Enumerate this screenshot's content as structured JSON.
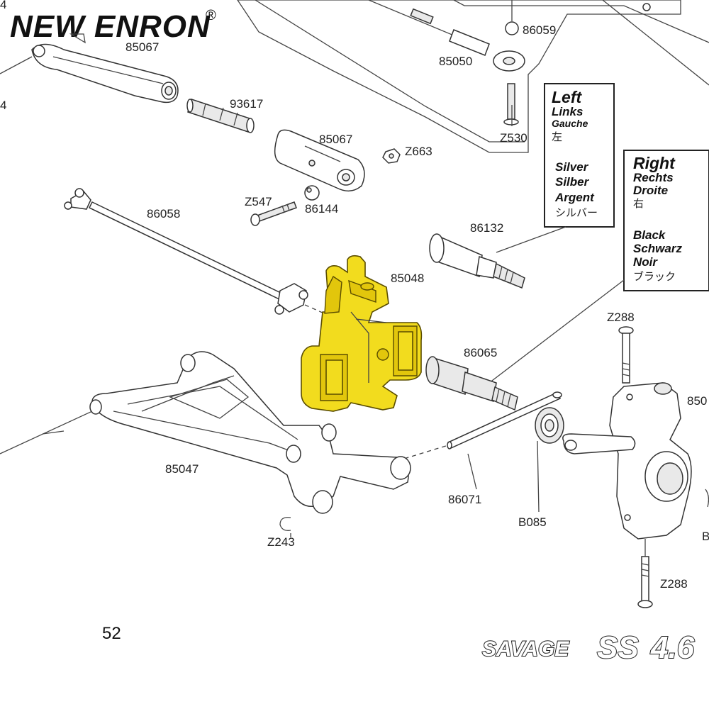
{
  "brand": {
    "name": "NEW ENRON",
    "mark": "®"
  },
  "page_number": "52",
  "logo": {
    "model": "SAVAGE",
    "series": "SS",
    "version": "4.6"
  },
  "part_labels": {
    "p85067_top": "85067",
    "p93617": "93617",
    "p85067_mid": "85067",
    "pZ663": "Z663",
    "pZ547": "Z547",
    "p86144": "86144",
    "p86058": "86058",
    "p86059": "86059",
    "p85050": "85050",
    "pZ530": "Z530",
    "p86132": "86132",
    "p85048": "85048",
    "p86065": "86065",
    "pZ288_top": "Z288",
    "p850_cut": "850",
    "p85047": "85047",
    "pZ243": "Z243",
    "p86071": "86071",
    "pB085": "B085",
    "pZ288_bot": "Z288",
    "pEdge4a": "4",
    "pEdge4b": "4",
    "pEdgeB": "B"
  },
  "left_box": {
    "title": "Left",
    "de": "Links",
    "fr": "Gauche",
    "jp": "左",
    "color_en": "Silver",
    "color_de": "Silber",
    "color_fr": "Argent",
    "color_jp": "シルバー"
  },
  "right_box": {
    "title": "Right",
    "de": "Rechts",
    "fr": "Droite",
    "jp": "右",
    "color_en": "Black",
    "color_de": "Schwarz",
    "color_fr": "Noir",
    "color_jp": "ブラック"
  },
  "colors": {
    "highlight": "#f2dc1e",
    "line": "#333333"
  }
}
